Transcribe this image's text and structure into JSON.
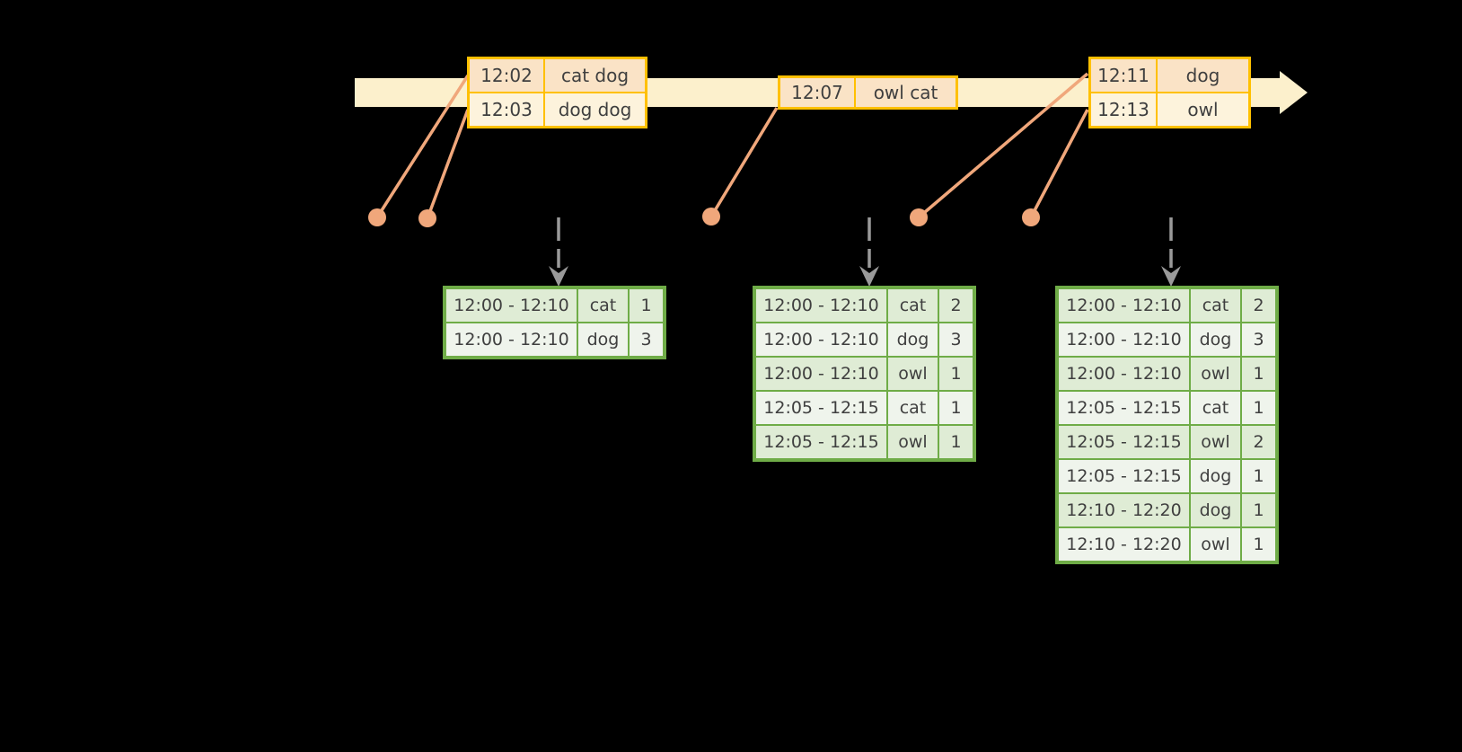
{
  "colors": {
    "timeline_fill": "#FCF0CC",
    "event_border": "#FFC000",
    "event_row_odd_bg": "#FAE3C6",
    "event_row_even_bg": "#FDF3DC",
    "result_border": "#6FAC47",
    "result_row_odd_bg": "#DFECD5",
    "result_row_even_bg": "#EFF4EC",
    "connector": "#F0A77B",
    "trigger_arrow": "#9A9A9A",
    "text": "#3F3F3F",
    "bg": "#000000"
  },
  "event_tables": [
    {
      "rows": [
        {
          "time": "12:02",
          "words": "cat dog"
        },
        {
          "time": "12:03",
          "words": "dog dog"
        }
      ]
    },
    {
      "rows": [
        {
          "time": "12:07",
          "words": "owl cat"
        }
      ]
    },
    {
      "rows": [
        {
          "time": "12:11",
          "words": "dog"
        },
        {
          "time": "12:13",
          "words": "owl"
        }
      ]
    }
  ],
  "result_tables": [
    {
      "rows": [
        {
          "window": "12:00 - 12:10",
          "word": "cat",
          "count": 1
        },
        {
          "window": "12:00 - 12:10",
          "word": "dog",
          "count": 3
        }
      ]
    },
    {
      "rows": [
        {
          "window": "12:00 - 12:10",
          "word": "cat",
          "count": 2
        },
        {
          "window": "12:00 - 12:10",
          "word": "dog",
          "count": 3
        },
        {
          "window": "12:00 - 12:10",
          "word": "owl",
          "count": 1
        },
        {
          "window": "12:05 - 12:15",
          "word": "cat",
          "count": 1
        },
        {
          "window": "12:05 - 12:15",
          "word": "owl",
          "count": 1
        }
      ]
    },
    {
      "rows": [
        {
          "window": "12:00 - 12:10",
          "word": "cat",
          "count": 2
        },
        {
          "window": "12:00 - 12:10",
          "word": "dog",
          "count": 3
        },
        {
          "window": "12:00 - 12:10",
          "word": "owl",
          "count": 1
        },
        {
          "window": "12:05 - 12:15",
          "word": "cat",
          "count": 1
        },
        {
          "window": "12:05 - 12:15",
          "word": "owl",
          "count": 2
        },
        {
          "window": "12:05 - 12:15",
          "word": "dog",
          "count": 1
        },
        {
          "window": "12:10 - 12:20",
          "word": "dog",
          "count": 1
        },
        {
          "window": "12:10 - 12:20",
          "word": "owl",
          "count": 1
        }
      ]
    }
  ]
}
